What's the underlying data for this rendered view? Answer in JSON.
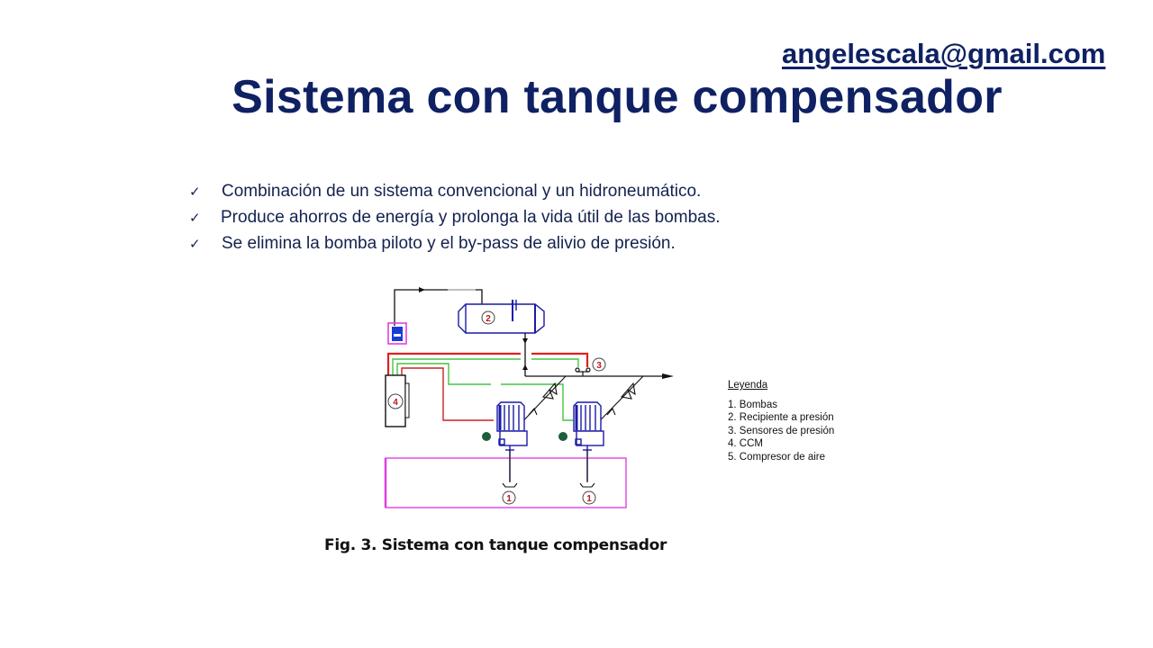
{
  "header": {
    "email": "angelescala@gmail.com",
    "title": "Sistema con tanque compensador"
  },
  "bullets": [
    {
      "icon": "checkmark-icon",
      "glyph": "✓",
      "text": "Combinación de un sistema convencional y un hidroneumático."
    },
    {
      "icon": "checkmark-icon",
      "glyph": "✓",
      "text": "Produce ahorros de energía y prolonga la vida útil de las bombas."
    },
    {
      "icon": "checkmark-icon",
      "glyph": "✓",
      "text": "Se elimina la bomba piloto y el by-pass de alivio de presión."
    }
  ],
  "diagram": {
    "labels": {
      "pump_a": "1",
      "pump_b": "1",
      "tank": "2",
      "sensors": "3",
      "ccm": "4"
    },
    "colors": {
      "power": "#e02020",
      "signal": "#44c444",
      "equipment": "#1a1aa8",
      "reservoir": "#e040e0",
      "pipe": "#111111",
      "label": "#c01818",
      "indicator": "#1e5e3a"
    }
  },
  "legend": {
    "title": "Leyenda",
    "items": [
      "1. Bombas",
      "2. Recipiente a presión",
      "3. Sensores de presión",
      "4. CCM",
      "5. Compresor de aire"
    ]
  },
  "caption": "Fig. 3. Sistema con tanque compensador"
}
